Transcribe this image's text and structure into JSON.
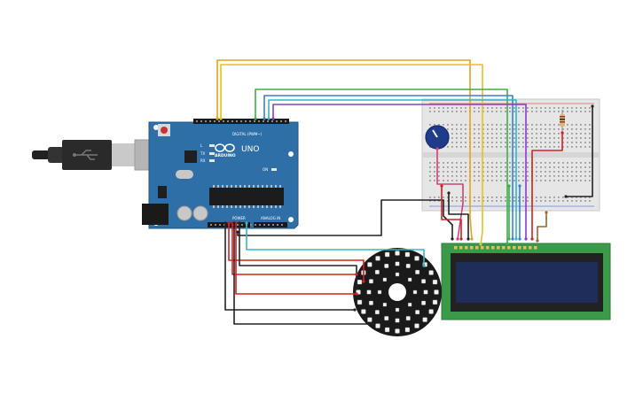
{
  "arduino": {
    "brand": "ARDUINO",
    "model": "UNO",
    "digital_label": "DIGITAL (PWM~)",
    "power_label": "POWER",
    "analog_label": "ANALOG IN",
    "tx_label": "TX",
    "rx_label": "RX",
    "l_label": "L",
    "on_label": "ON"
  },
  "lcd": {
    "pin_count": 16
  },
  "colors": {
    "arduino_board": "#2f6fa7",
    "breadboard": "#e6e6e6",
    "lcd_pcb": "#3a9a4a",
    "lcd_screen": "#1e2d59",
    "neopixel": "#1a1a1a",
    "wire_orange": "#e8a020",
    "wire_yellow": "#e8c020",
    "wire_green": "#3cb043",
    "wire_blue": "#3a7fd5",
    "wire_cyan": "#30b8c8",
    "wire_purple": "#8a3cc8",
    "wire_red": "#d42020",
    "wire_black": "#222222",
    "wire_brown": "#a0632a",
    "wire_pink": "#d0407a"
  }
}
